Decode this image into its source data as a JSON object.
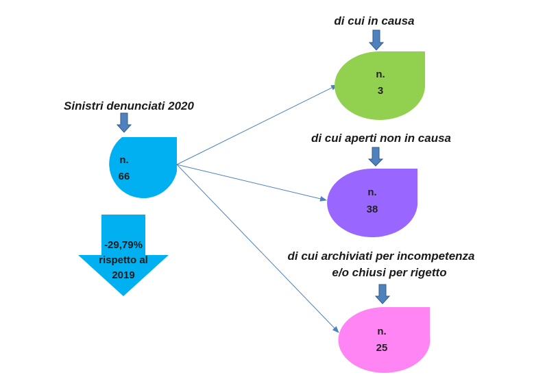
{
  "colors": {
    "main": "#00b0f0",
    "in_causa": "#92d050",
    "aperti": "#9966ff",
    "archiviati": "#ff85f5",
    "trend_arrow": "#00b0f0",
    "connector": "#4f81bd"
  },
  "main": {
    "caption": "Sinistri denunciati 2020",
    "prefix": "n.",
    "value": "66"
  },
  "trend": {
    "line1": "-29,79%",
    "line2": "rispetto al",
    "line3": "2019"
  },
  "branches": [
    {
      "caption_lines": [
        "di cui in causa"
      ],
      "prefix": "n.",
      "value": "3"
    },
    {
      "caption_lines": [
        "di cui aperti non in causa"
      ],
      "prefix": "n.",
      "value": "38"
    },
    {
      "caption_lines": [
        "di cui archiviati per incompetenza",
        "e/o chiusi per rigetto"
      ],
      "prefix": "n.",
      "value": "25"
    }
  ]
}
